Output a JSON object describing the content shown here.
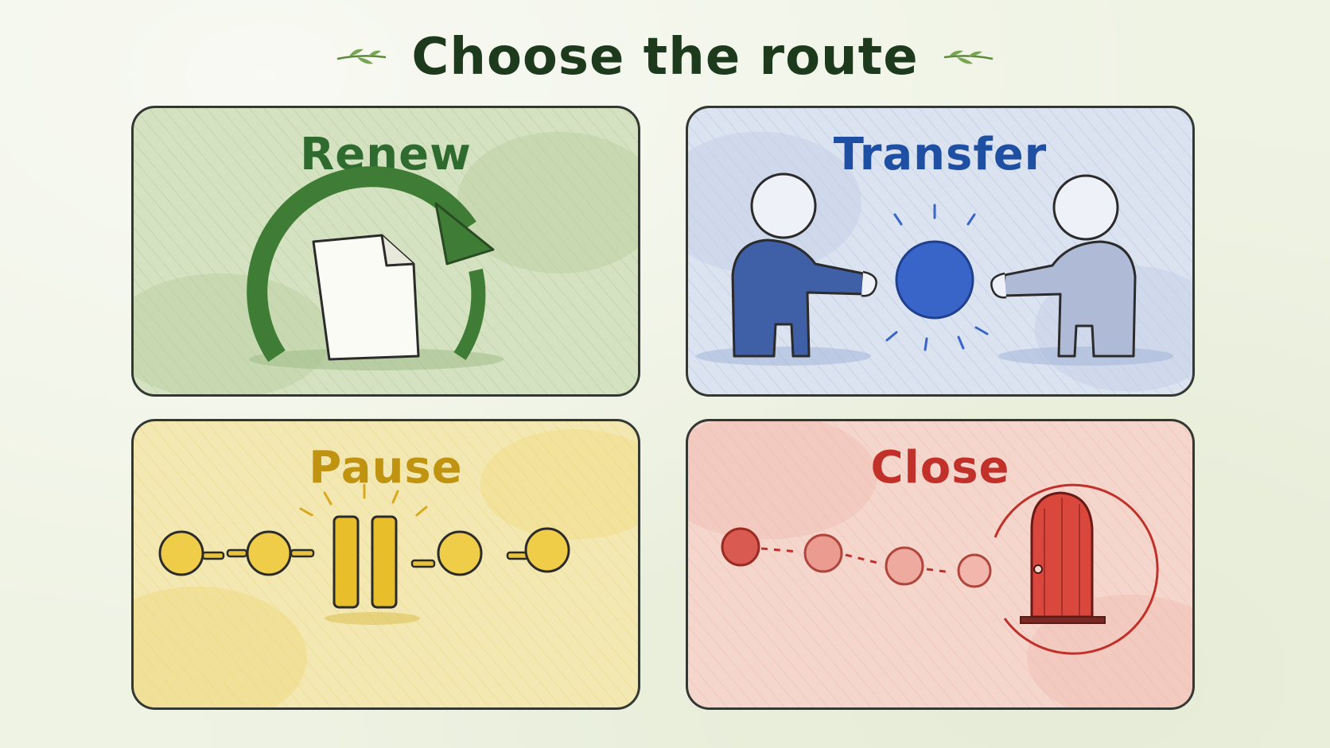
{
  "title": "Choose the route",
  "panels": [
    {
      "id": "renew",
      "label": "Renew",
      "color": "#2f6b2f",
      "fill": "#d5e2c1"
    },
    {
      "id": "transfer",
      "label": "Transfer",
      "color": "#1f4fa3",
      "fill": "#dbe3f0"
    },
    {
      "id": "pause",
      "label": "Pause",
      "color": "#c09410",
      "fill": "#f3e8b2"
    },
    {
      "id": "close",
      "label": "Close",
      "color": "#c2302a",
      "fill": "#f5d6cc"
    }
  ],
  "icons": {
    "renew": "renew-cycle-icon",
    "transfer": "handoff-icon",
    "pause": "pause-icon",
    "close": "door-icon"
  }
}
